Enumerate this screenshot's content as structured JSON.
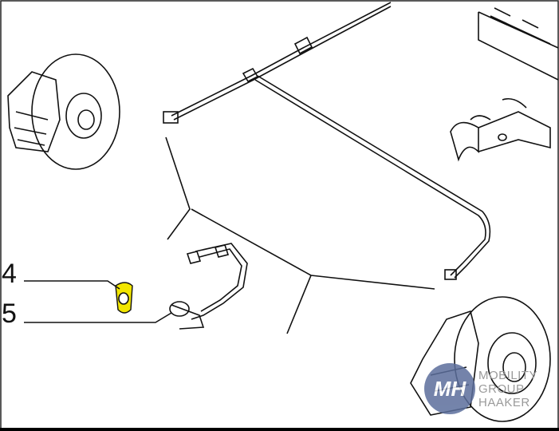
{
  "diagram": {
    "callouts": [
      {
        "number": "4",
        "part": "highlighted-ring"
      },
      {
        "number": "5",
        "part": "abs-sensor"
      }
    ],
    "highlight_color": "#f2e600",
    "watermark": {
      "logo": "MH",
      "lines": [
        "MOBILITY",
        "GROUP",
        "HAAKER"
      ]
    }
  }
}
